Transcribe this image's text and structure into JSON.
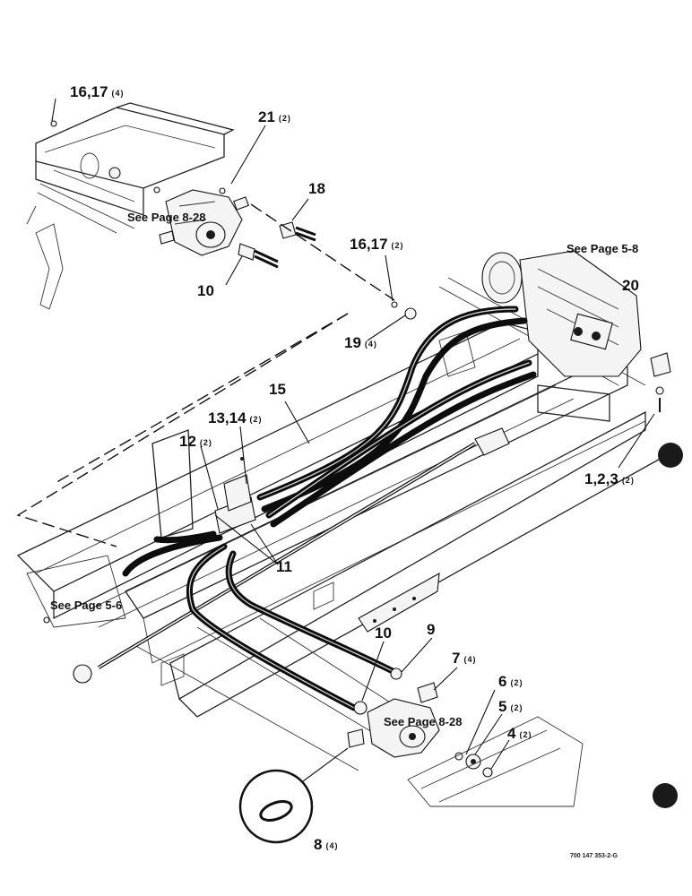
{
  "callouts": [
    {
      "num": "16,17",
      "qty": "(4)"
    },
    {
      "num": "21",
      "qty": "(2)"
    },
    {
      "num": "18",
      "qty": ""
    },
    {
      "num": "16,17",
      "qty": "(2)"
    },
    {
      "num": "10",
      "qty": ""
    },
    {
      "num": "20",
      "qty": ""
    },
    {
      "num": "19",
      "qty": "(4)"
    },
    {
      "num": "15",
      "qty": ""
    },
    {
      "num": "13,14",
      "qty": "(2)"
    },
    {
      "num": "12",
      "qty": "(2)"
    },
    {
      "num": "1,2,3",
      "qty": "(2)"
    },
    {
      "num": "11",
      "qty": ""
    },
    {
      "num": "10",
      "qty": ""
    },
    {
      "num": "9",
      "qty": ""
    },
    {
      "num": "7",
      "qty": "(4)"
    },
    {
      "num": "6",
      "qty": "(2)"
    },
    {
      "num": "5",
      "qty": "(2)"
    },
    {
      "num": "4",
      "qty": "(2)"
    },
    {
      "num": "8",
      "qty": "(4)"
    }
  ],
  "page_refs": [
    "See Page 8-28",
    "See Page 5-8",
    "See Page 5-6",
    "See Page 8-28"
  ],
  "part_number": "700 147 353-2-G",
  "colors": {
    "ink": "#111111",
    "paper": "#ffffff"
  }
}
